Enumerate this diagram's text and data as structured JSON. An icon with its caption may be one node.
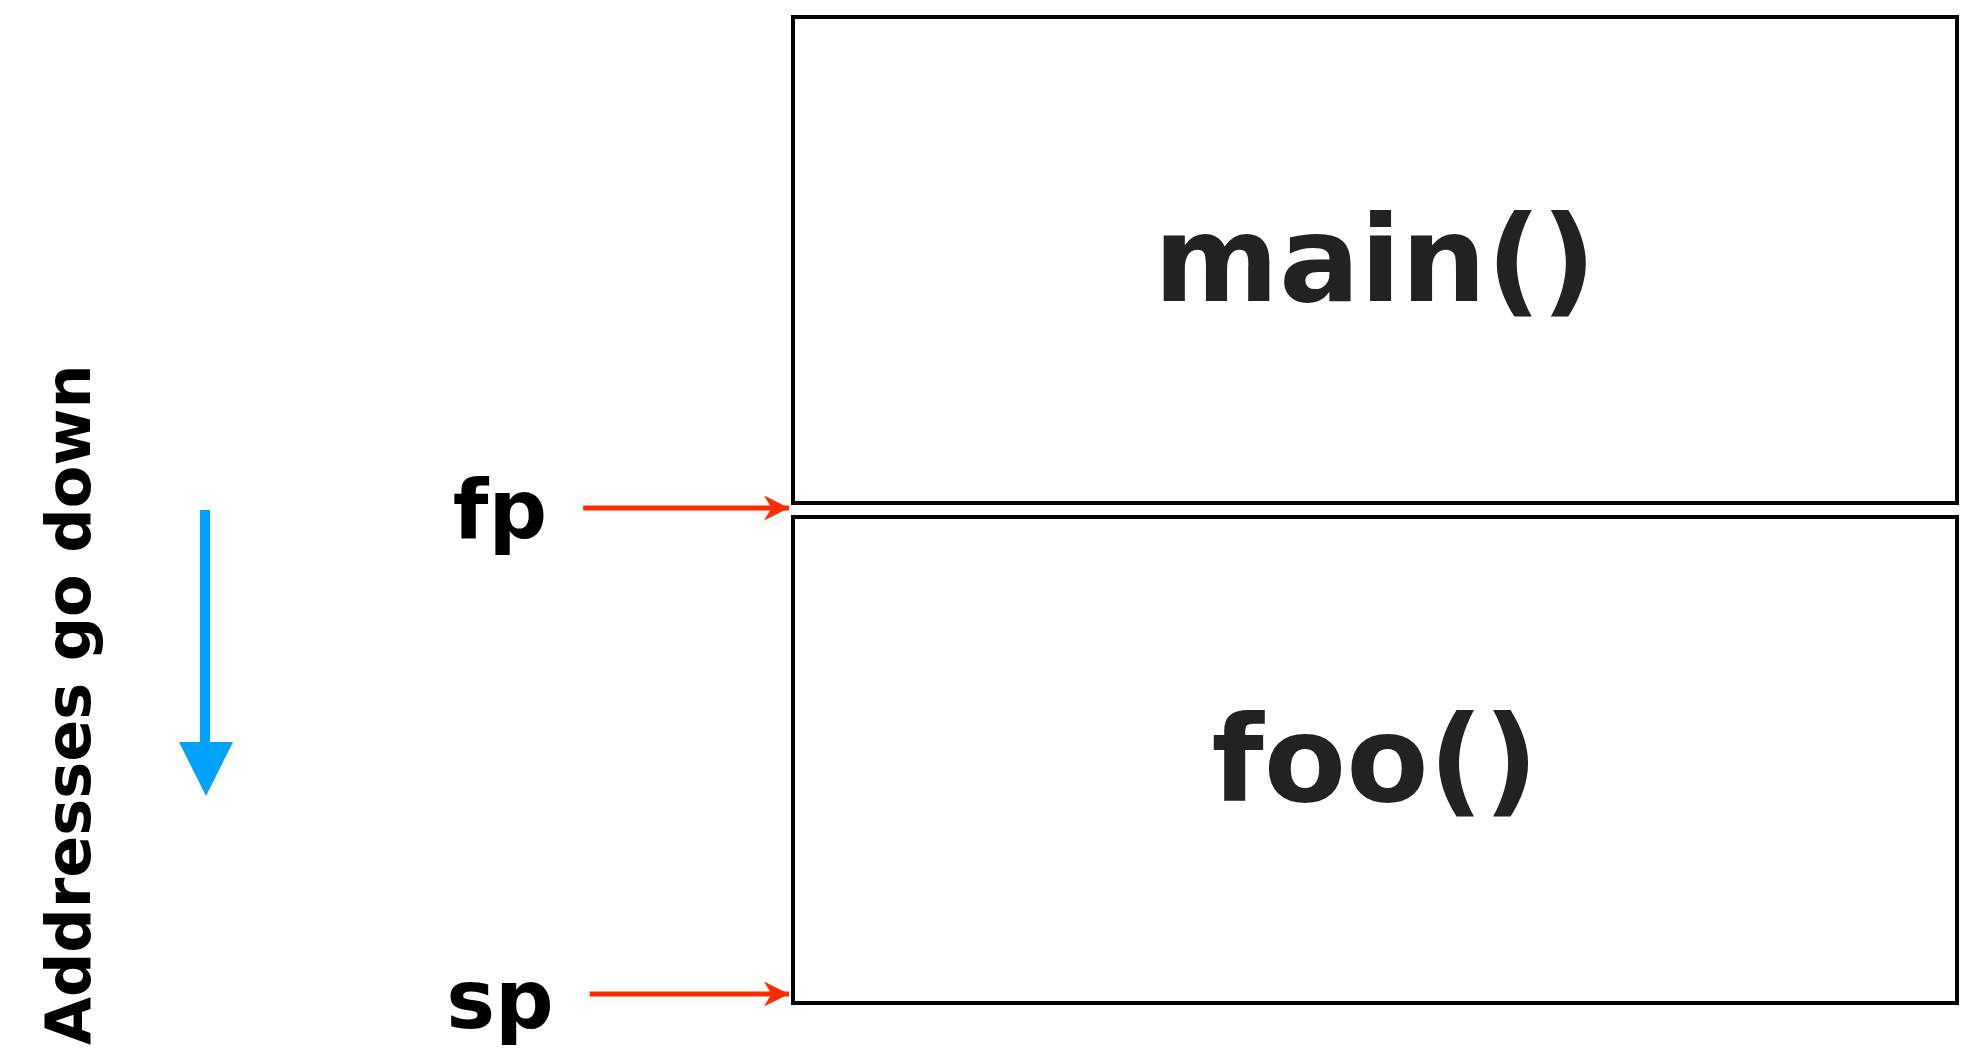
{
  "diagram": {
    "nodes": [
      {
        "text": [
          "main()"
        ]
      },
      {
        "text": [
          "foo()"
        ]
      },
      {
        "text": [
          "fp"
        ]
      },
      {
        "text": [
          "sp"
        ]
      }
    ],
    "edges": [
      {
        "from": 2,
        "to": 1,
        "arrow": "to"
      },
      {
        "from": 3,
        "to": 1,
        "arrow": "to"
      }
    ],
    "labels": [
      "Addresses go down"
    ]
  }
}
